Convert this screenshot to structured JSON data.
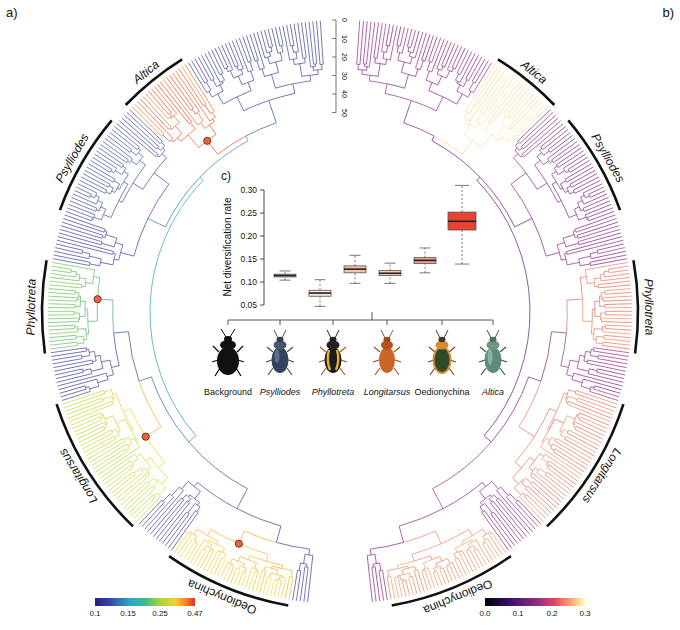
{
  "diagram": {
    "labels": [
      "a)",
      "b)",
      "c)",
      "0",
      "10",
      "20",
      "30",
      "40",
      "50",
      "Altica",
      "Psylliodes",
      "Phyllotreta",
      "Longitarsus",
      "Oedionychina",
      "Altica",
      "Psylliodes",
      "Phyllotreta",
      "Longitarsus",
      "Oedionychina",
      "0.1",
      "0.15",
      "0.25",
      "0.47",
      "0.0",
      "0.1",
      "0.2",
      "0.3",
      "Net diversification rate",
      "0.05",
      "0.10",
      "0.15",
      "0.20",
      "0.25",
      "0.30",
      "Background",
      "Psylliodes",
      "Phyllotreta",
      "Longitarsus",
      "Oedionychina",
      "Altica"
    ]
  }
}
